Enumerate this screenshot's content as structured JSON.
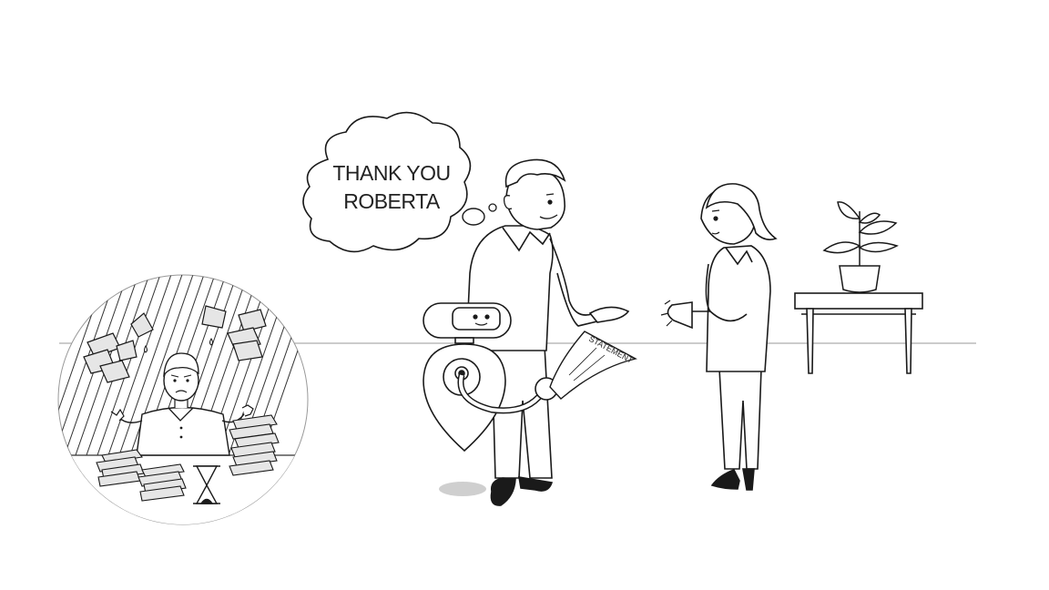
{
  "thought_bubble": {
    "line1": "THANK YOU",
    "line2": "ROBERTA"
  },
  "document": {
    "label": "STATEMENT"
  },
  "palette": {
    "ink": "#1a1a1a",
    "paper_fill": "#e6e6e6",
    "shadow": "#cfcfcf",
    "floor_line": "#9a9a9a"
  },
  "icons": [
    "thought-cloud-icon",
    "robot-icon",
    "hourglass-icon",
    "plant-icon",
    "table-icon",
    "document-icon"
  ]
}
